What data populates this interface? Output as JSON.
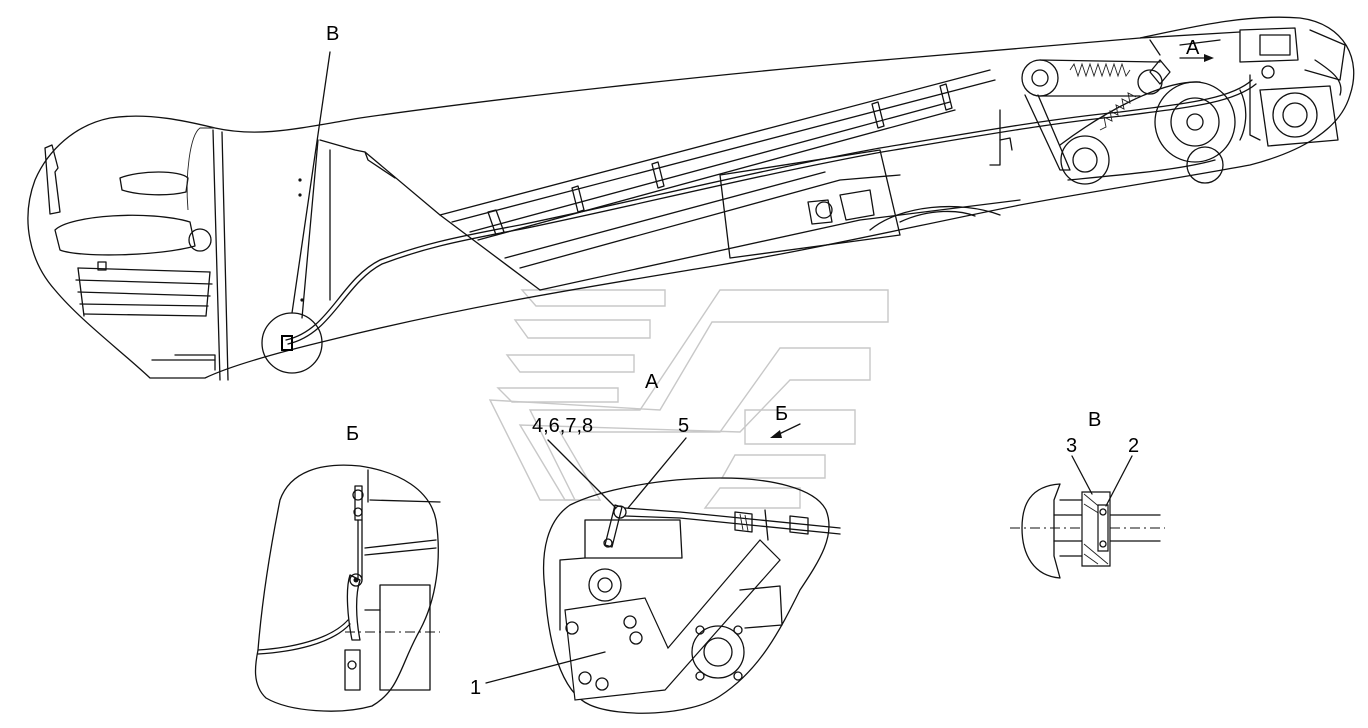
{
  "labels": {
    "callout_v": "В",
    "arrow_a": "А",
    "view_a": "А",
    "arrow_b": "Б",
    "view_b": "Б",
    "view_v": "В",
    "items_4678": "4,6,7,8",
    "item_5": "5",
    "item_1": "1",
    "item_3": "3",
    "item_2": "2"
  }
}
